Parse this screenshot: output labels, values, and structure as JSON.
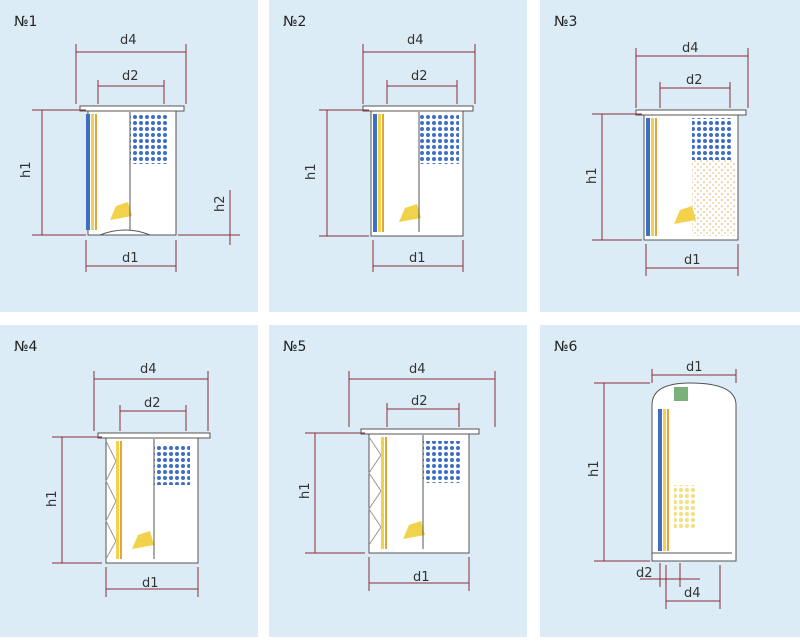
{
  "panels": [
    {
      "label": "№1",
      "dims": {
        "d4": "d4",
        "d2": "d2",
        "h1": "h1",
        "h2": "h2",
        "d1": "d1"
      }
    },
    {
      "label": "№2",
      "dims": {
        "d4": "d4",
        "d2": "d2",
        "h1": "h1",
        "d1": "d1"
      }
    },
    {
      "label": "№3",
      "dims": {
        "d4": "d4",
        "d2": "d2",
        "h1": "h1",
        "d1": "d1"
      }
    },
    {
      "label": "№4",
      "dims": {
        "d4": "d4",
        "d2": "d2",
        "h1": "h1",
        "d1": "d1"
      }
    },
    {
      "label": "№5",
      "dims": {
        "d4": "d4",
        "d2": "d2",
        "h1": "h1",
        "d1": "d1"
      }
    },
    {
      "label": "№6",
      "dims": {
        "d1": "d1",
        "h1": "h1",
        "d2": "d2",
        "d4": "d4"
      }
    }
  ],
  "colors": {
    "panel_bg": "#dcecf6",
    "dimension_line": "#8b2b3a",
    "filter_blue": "#3f6fc4",
    "filter_yellow": "#f2d24a",
    "filter_orange": "#e4a43a"
  }
}
